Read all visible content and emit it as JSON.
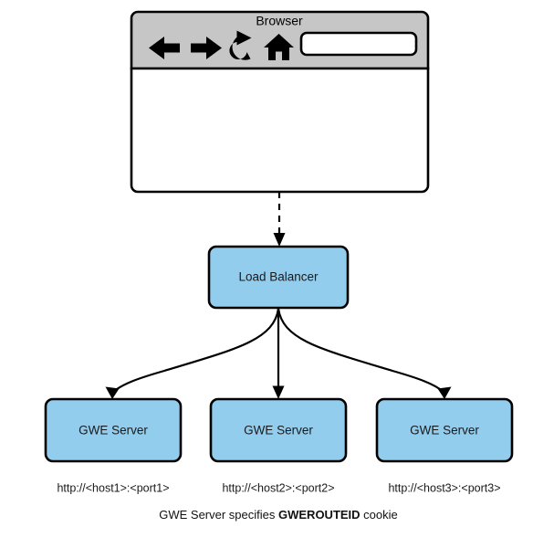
{
  "diagram": {
    "background_color": "#ffffff",
    "node_fill_color": "#93CDEE",
    "node_stroke_color": "#000000",
    "chrome_color": "#C6C6C6"
  },
  "browser": {
    "title": "Browser",
    "address_bar_value": "",
    "address_bar_placeholder": "",
    "toolbar_icons": [
      {
        "name": "back-arrow-icon",
        "label": "Back"
      },
      {
        "name": "forward-arrow-icon",
        "label": "Forward"
      },
      {
        "name": "reload-icon",
        "label": "Reload"
      },
      {
        "name": "home-icon",
        "label": "Home"
      }
    ]
  },
  "nodes": {
    "load_balancer": {
      "label": "Load Balancer"
    },
    "servers": [
      {
        "label": "GWE Server",
        "url": "http://<host1>:<port1>"
      },
      {
        "label": "GWE Server",
        "url": "http://<host2>:<port2>"
      },
      {
        "label": "GWE Server",
        "url": "http://<host3>:<port3>"
      }
    ]
  },
  "caption": {
    "prefix": "GWE Server specifies ",
    "emphasis": "GWEROUTEID",
    "suffix": " cookie"
  }
}
